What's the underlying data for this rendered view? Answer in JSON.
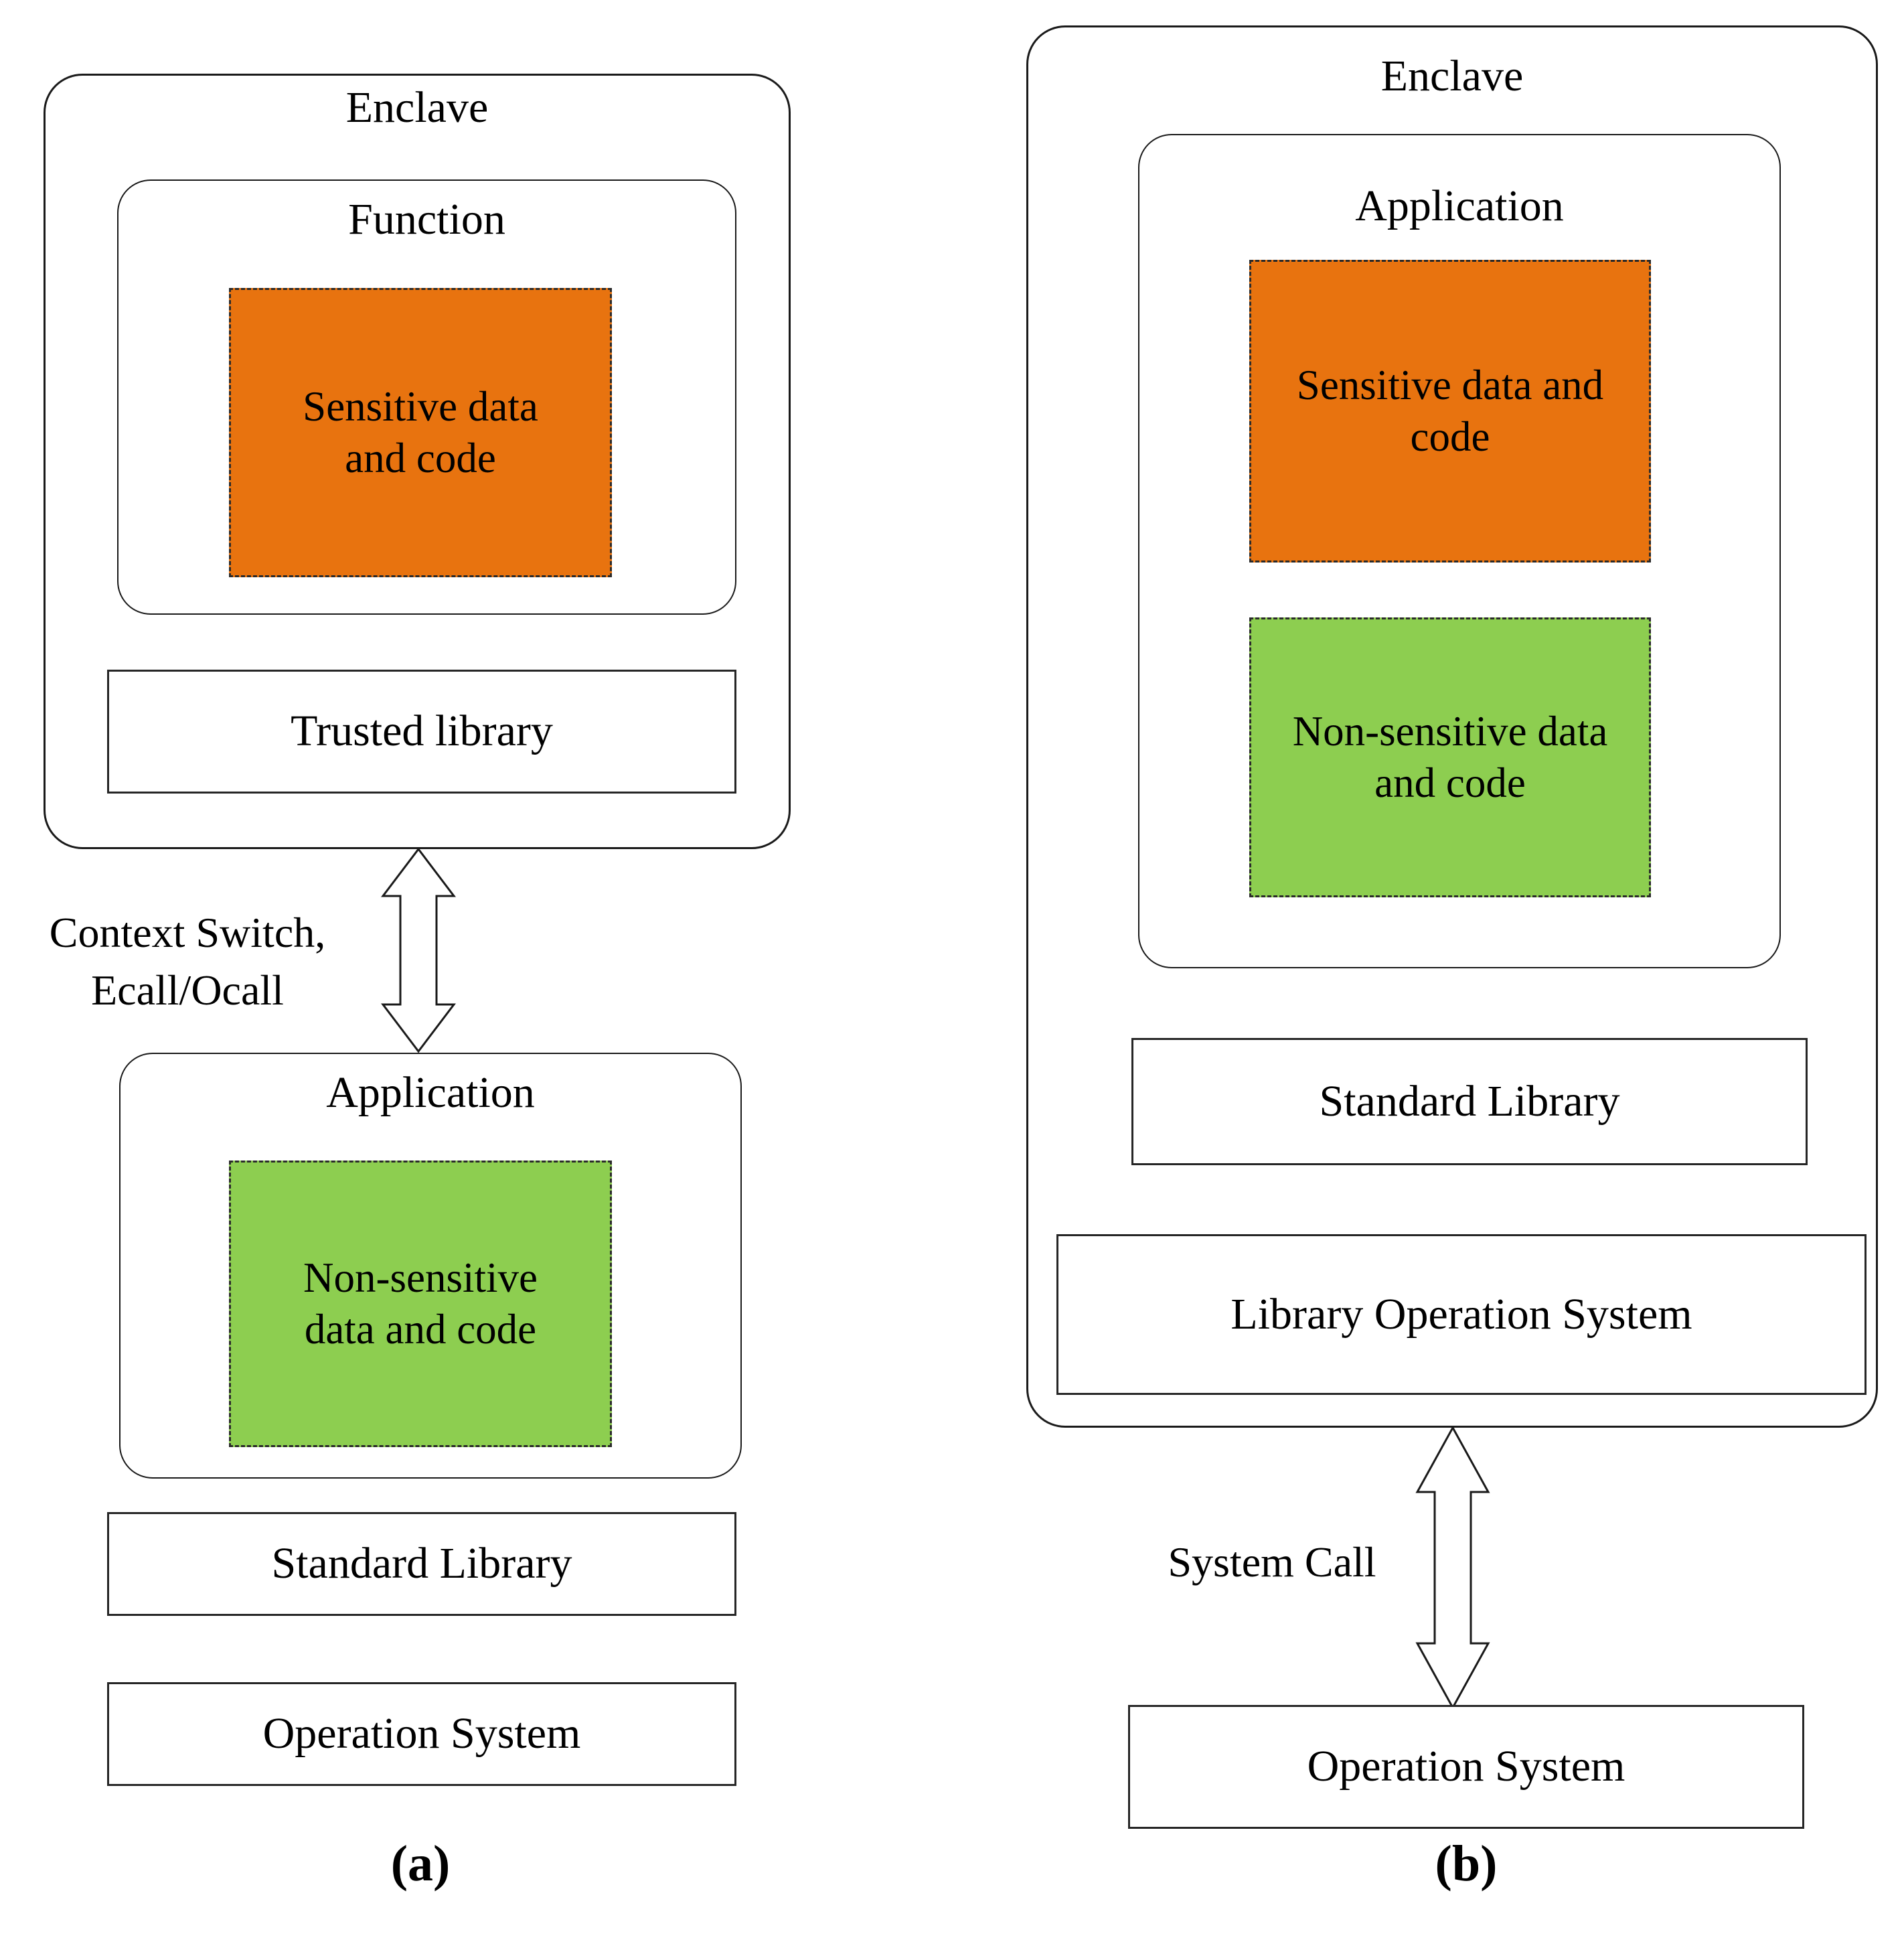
{
  "figure": {
    "type": "architecture-diagram",
    "panels": [
      {
        "id": "a",
        "caption": "(a)",
        "enclave": {
          "title": "Enclave",
          "inner_container": {
            "title": "Function",
            "blocks": [
              {
                "id": "sensitive",
                "text": "Sensitive data\nand code",
                "fill": "#E8730F",
                "border": "dashed"
              }
            ]
          },
          "layers": [
            {
              "id": "trusted-library",
              "text": "Trusted library"
            }
          ]
        },
        "connector": {
          "id": "context-switch-arrow",
          "style": "double-headed-vertical",
          "label": "Context Switch,\nEcall/Ocall"
        },
        "outside": {
          "application": {
            "title": "Application",
            "blocks": [
              {
                "id": "non-sensitive",
                "text": "Non-sensitive\ndata and code",
                "fill": "#8DCE50",
                "border": "dashed"
              }
            ]
          },
          "layers": [
            {
              "id": "standard-library",
              "text": "Standard Library"
            },
            {
              "id": "operation-system",
              "text": "Operation System"
            }
          ]
        }
      },
      {
        "id": "b",
        "caption": "(b)",
        "enclave": {
          "title": "Enclave",
          "inner_container": {
            "title": "Application",
            "blocks": [
              {
                "id": "sensitive",
                "text": "Sensitive data and\ncode",
                "fill": "#E8730F",
                "border": "dashed"
              },
              {
                "id": "non-sensitive",
                "text": "Non-sensitive data\nand code",
                "fill": "#8DCE50",
                "border": "dashed"
              }
            ]
          },
          "layers": [
            {
              "id": "standard-library",
              "text": "Standard Library"
            },
            {
              "id": "library-operation-system",
              "text": "Library Operation System"
            }
          ]
        },
        "connector": {
          "id": "system-call-arrow",
          "style": "double-headed-vertical",
          "label": "System Call"
        },
        "outside": {
          "layers": [
            {
              "id": "operation-system",
              "text": "Operation System"
            }
          ]
        }
      }
    ],
    "colors": {
      "sensitive_fill": "#E8730F",
      "non_sensitive_fill": "#8DCE50",
      "stroke": "#1a1a1a",
      "background": "#FFFFFF"
    }
  }
}
